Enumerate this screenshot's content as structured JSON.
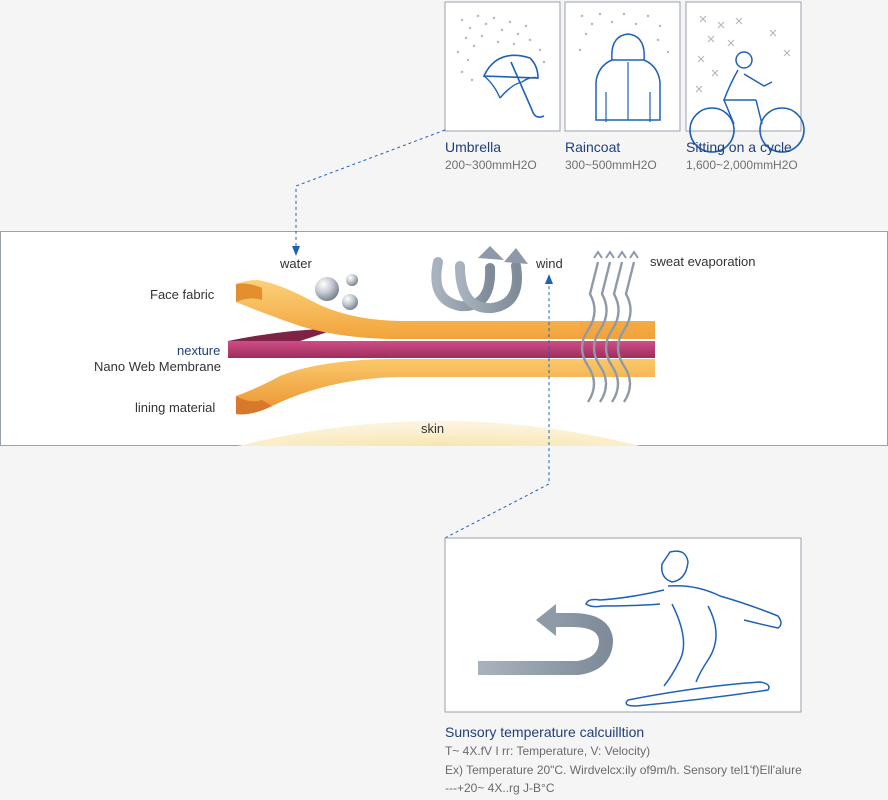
{
  "scenarios": [
    {
      "title": "Umbrella",
      "value": "200~300mmH2O",
      "icon": "umbrella-rain-icon"
    },
    {
      "title": "Raincoat",
      "value": "300~500mmH2O",
      "icon": "raincoat-rain-icon"
    },
    {
      "title": "Sitting on a cycle",
      "value": "1,600~2,000mmH2O",
      "icon": "cyclist-snow-icon"
    }
  ],
  "layers": {
    "face_fabric": "Face fabric",
    "nexture": "nexture",
    "membrane": "Nano Web Membrane",
    "lining": "lining material",
    "skin": "skin"
  },
  "flows": {
    "water": "water",
    "wind": "wind",
    "sweat": "sweat evaporation"
  },
  "caption": {
    "title": "Sunsory temperature calcuilltion",
    "line1": "T~ 4X.fV I rr: Temperature, V: Velocity)",
    "line2": "Ex) Temperature 20\"C. Wirdvelcx:ily of9m/h. Sensory tel1'f)Ell'alure",
    "line3": "---+20~ 4X..rg J-B°C"
  },
  "colors": {
    "accent_blue": "#1f62b5",
    "title_blue": "#1f3f7a",
    "fabric_orange": "#f2a93b",
    "membrane_magenta": "#b23a6b",
    "skin_yellow": "#f7ebc4",
    "arrow_gray": "#8f9aa8"
  }
}
